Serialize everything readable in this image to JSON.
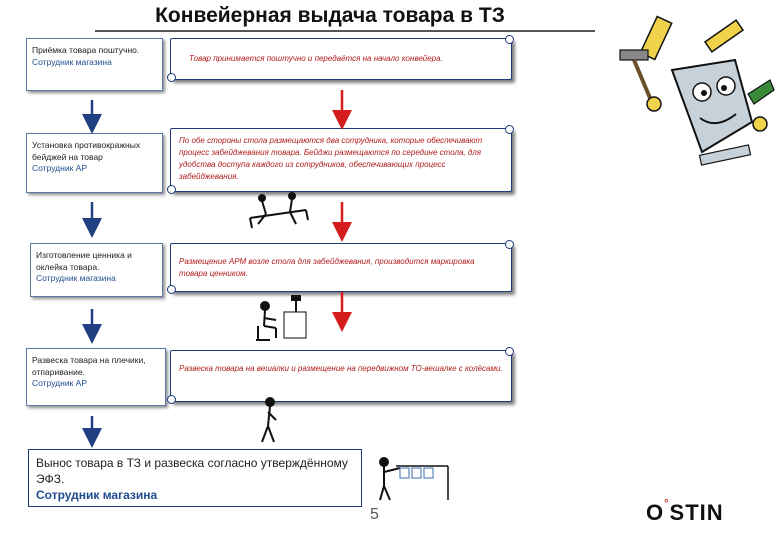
{
  "title": "Конвейерная выдача товара в ТЗ",
  "steps": [
    {
      "line1": "Приёмка товара поштучно.",
      "role": "Сотрудник магазина"
    },
    {
      "line1": "Установка противокражных бейджей на товар",
      "role": "Сотрудник АР"
    },
    {
      "line1": "Изготовление ценника и оклейка товара.",
      "role": "Сотрудник магазина"
    },
    {
      "line1": "Развеска товара на плечики, отпаривание.",
      "role": "Сотрудник АР"
    }
  ],
  "descriptions": [
    "Товар принимается поштучно и передаётся на начало конвейера.",
    "По обе стороны стола размещаются два сотрудника, которые обеспечивают процесс забейджевания товара. Бейджи размещаются по середине стола, для удобства доступа каждого из сотрудников, обеспечивающих процесс забейджевания.",
    "Размещение АРМ возле стола для забейджевания, производится маркировка товара ценником.",
    "Развеска товара на вешалки и размещение на передвижном ТО-вешалке с колёсами."
  ],
  "final_step": {
    "text": "Вынос товара в ТЗ и развеска согласно утверждённому ЭФЗ.",
    "role": "Сотрудник магазина"
  },
  "page_number": "5",
  "logo": {
    "prefix": "O",
    "ring": "°",
    "suffix": "STIN"
  },
  "colors": {
    "arrow_blue": "#1f3f80",
    "arrow_red": "#d51d1d",
    "border": "#1e3a7a"
  }
}
